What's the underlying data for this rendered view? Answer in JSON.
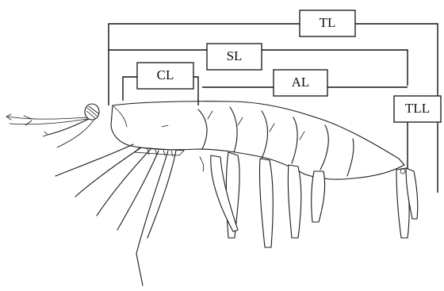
{
  "labels": {
    "tl": "TL",
    "sl": "SL",
    "cl": "CL",
    "al": "AL",
    "tll": "TLL"
  }
}
